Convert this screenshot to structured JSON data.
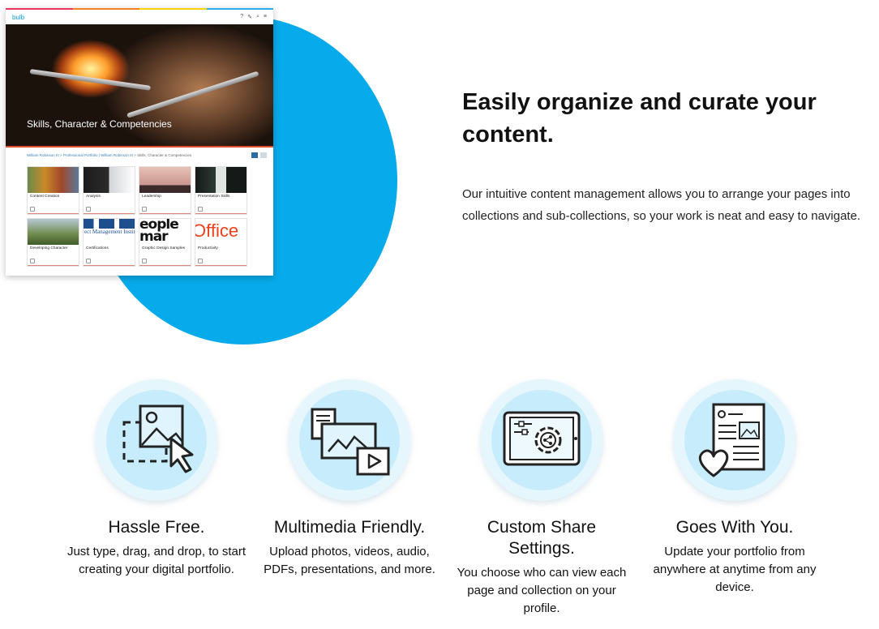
{
  "mockup": {
    "logo": "bulb",
    "stripe_colors": [
      "#e8365a",
      "#f58220",
      "#ffd200",
      "#27b0e6"
    ],
    "hero_title": "Skills, Character & Competencies",
    "breadcrumb": [
      "William Robinson III",
      ">",
      "Professional Portfolio | William Robinson III",
      ">",
      "Skills, Character & Competencies"
    ],
    "tiles": [
      {
        "label": "Content Creation",
        "text_art": ""
      },
      {
        "label": "Analysis",
        "text_art": ""
      },
      {
        "label": "Leadership",
        "text_art": ""
      },
      {
        "label": "Presentation Skills",
        "text_art": ""
      },
      {
        "label": "Developing Character",
        "text_art": ""
      },
      {
        "label": "Certifications",
        "text_art": "ect Management Institu"
      },
      {
        "label": "Graphic Design Samples",
        "text_art": "eople mar"
      },
      {
        "label": "Productivity",
        "text_art": "Office"
      }
    ]
  },
  "hero_section": {
    "headline": "Easily organize and curate your content.",
    "body": "Our intuitive content management allows you to arrange your pages into collections and sub-collections, so your work is neat and easy to navigate."
  },
  "features": [
    {
      "icon": "drag-drop-icon",
      "title": "Hassle Free.",
      "text": "Just type, drag, and drop, to start creating your digital portfolio."
    },
    {
      "icon": "multimedia-icon",
      "title": "Multimedia  Friendly.",
      "text": "Upload photos, videos, audio, PDFs, presentations, and more."
    },
    {
      "icon": "share-settings-icon",
      "title": "Custom Share Settings.",
      "text": "You choose who can view each page and collection on your profile."
    },
    {
      "icon": "portfolio-heart-icon",
      "title": "Goes With You.",
      "text": "Update your portfolio from anywhere at anytime from any device."
    }
  ],
  "colors": {
    "accent_blue": "#07aaea",
    "icon_ring": "#c7ecfb"
  }
}
